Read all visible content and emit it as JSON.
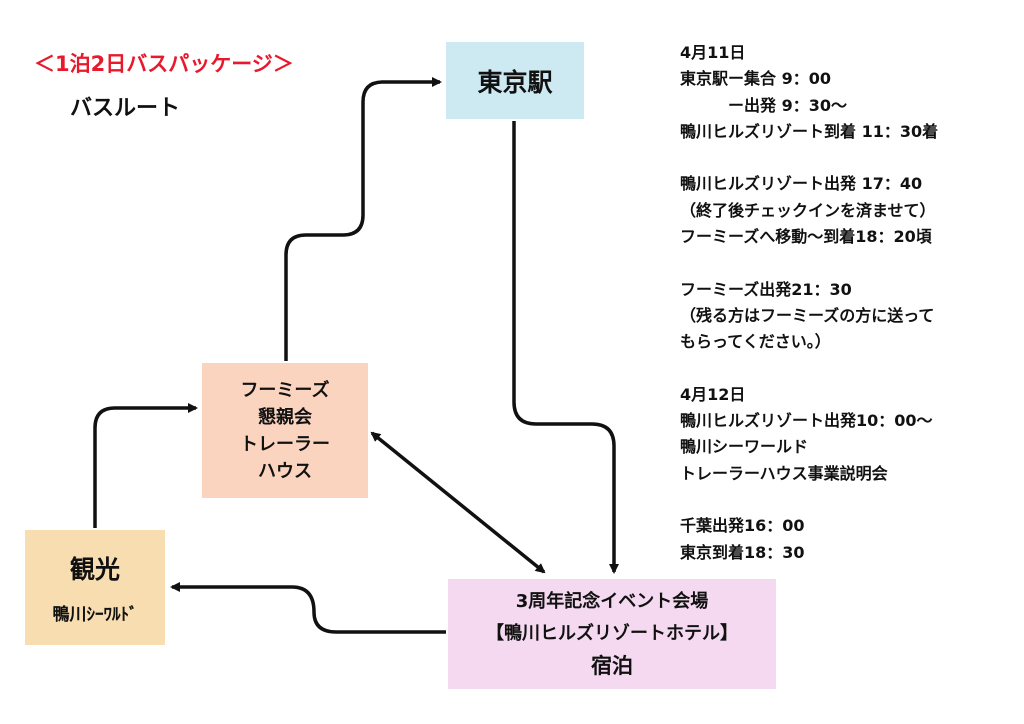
{
  "header": {
    "title": "＜1泊2日バスパッケージ＞",
    "subtitle": "バスルート"
  },
  "nodes": {
    "tokyo": {
      "label": "東京駅",
      "color": "#cdeaf3"
    },
    "famiz": {
      "lines": [
        "フーミーズ",
        "懇親会",
        "トレーラー",
        "ハウス"
      ],
      "color": "#fad4bf"
    },
    "kanko": {
      "title": "観光",
      "subtitle": "鴨川ｼｰﾜﾙﾄﾞ",
      "color": "#f8ddb0"
    },
    "venue": {
      "line1": "3周年記念イベント会場",
      "line2": "【鴨川ヒルズリゾートホテル】",
      "line3": "宿泊",
      "color": "#f4d9f0"
    }
  },
  "schedule": [
    "4月11日",
    "東京駅ー集合 9：00",
    "　　　ー出発 9：30～",
    "鴨川ヒルズリゾート到着 11：30着",
    "",
    "鴨川ヒルズリゾート出発 17：40",
    "（終了後チェックインを済ませて）",
    "フーミーズへ移動～到着18：20頃",
    "",
    "フーミーズ出発21：30",
    "（残る方はフーミーズの方に送って",
    "もらってください。）",
    "",
    "4月12日",
    "鴨川ヒルズリゾート出発10：00～",
    "鴨川シーワールド",
    "トレーラーハウス事業説明会",
    "",
    "千葉出発16：00",
    "東京到着18：30"
  ],
  "colors": {
    "accent": "#e8192c",
    "arrow": "#111111"
  }
}
